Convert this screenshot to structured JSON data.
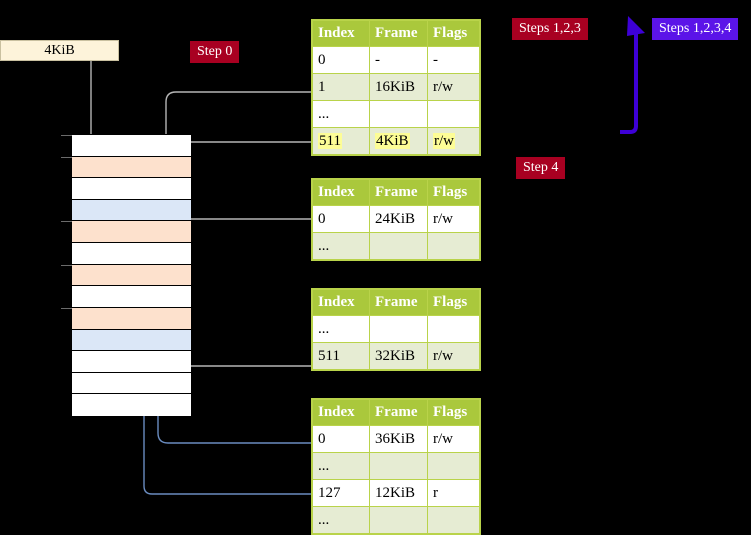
{
  "labels": {
    "step0": "Step 0",
    "step4": "Step 4",
    "steps123": "Steps 1,2,3",
    "steps1234": "Steps 1,2,3,4",
    "kib_box": "4KiB"
  },
  "colors": {
    "badge_red": "#a80021",
    "badge_blue": "#5b14e8",
    "table_header_green": "#aac83c",
    "table_alt_row": "#e6ecd3",
    "table_border": "#b9d34a",
    "grid_peach": "#fde1cd",
    "grid_blue": "#dbe7f7",
    "kib_box_bg": "#fdf3da",
    "highlight_yellow": "#fdfd96",
    "arrow_gray": "#b5b5b5",
    "arrow_blue": "#6a8cc0"
  },
  "tables": {
    "headers": [
      "Index",
      "Frame",
      "Flags"
    ],
    "list": [
      {
        "id": "pml4",
        "rows": [
          {
            "index": "0",
            "frame": "-",
            "flags": "-",
            "shade": "plain",
            "highlight": false
          },
          {
            "index": "1",
            "frame": "16KiB",
            "flags": "r/w",
            "shade": "alt",
            "highlight": false
          },
          {
            "index": "...",
            "frame": "",
            "flags": "",
            "shade": "plain",
            "highlight": false
          },
          {
            "index": "511",
            "frame": "4KiB",
            "flags": "r/w",
            "shade": "alt",
            "highlight": true
          }
        ]
      },
      {
        "id": "pdpt",
        "rows": [
          {
            "index": "0",
            "frame": "24KiB",
            "flags": "r/w",
            "shade": "plain",
            "highlight": false
          },
          {
            "index": "...",
            "frame": "",
            "flags": "",
            "shade": "alt",
            "highlight": false
          }
        ]
      },
      {
        "id": "pd",
        "rows": [
          {
            "index": "...",
            "frame": "",
            "flags": "",
            "shade": "plain",
            "highlight": false
          },
          {
            "index": "511",
            "frame": "32KiB",
            "flags": "r/w",
            "shade": "alt",
            "highlight": false
          }
        ]
      },
      {
        "id": "pt",
        "rows": [
          {
            "index": "0",
            "frame": "36KiB",
            "flags": "r/w",
            "shade": "plain",
            "highlight": false
          },
          {
            "index": "...",
            "frame": "",
            "flags": "",
            "shade": "alt",
            "highlight": false
          },
          {
            "index": "127",
            "frame": "12KiB",
            "flags": "r",
            "shade": "plain",
            "highlight": false
          },
          {
            "index": "...",
            "frame": "",
            "flags": "",
            "shade": "alt",
            "highlight": false
          }
        ]
      }
    ]
  },
  "memory_grid": {
    "rows": [
      {
        "n": 0,
        "fill": "white",
        "tick": true
      },
      {
        "n": 1,
        "fill": "peach",
        "tick": true
      },
      {
        "n": 2,
        "fill": "white",
        "tick": false
      },
      {
        "n": 3,
        "fill": "blueish",
        "tick": false
      },
      {
        "n": 4,
        "fill": "peach",
        "tick": true
      },
      {
        "n": 5,
        "fill": "white",
        "tick": false
      },
      {
        "n": 6,
        "fill": "peach",
        "tick": true
      },
      {
        "n": 7,
        "fill": "white",
        "tick": false
      },
      {
        "n": 8,
        "fill": "peach",
        "tick": true
      },
      {
        "n": 9,
        "fill": "blueish",
        "tick": false
      },
      {
        "n": 10,
        "fill": "white",
        "tick": false
      },
      {
        "n": 11,
        "fill": "white",
        "tick": false
      },
      {
        "n": 12,
        "fill": "white",
        "tick": false
      }
    ]
  }
}
